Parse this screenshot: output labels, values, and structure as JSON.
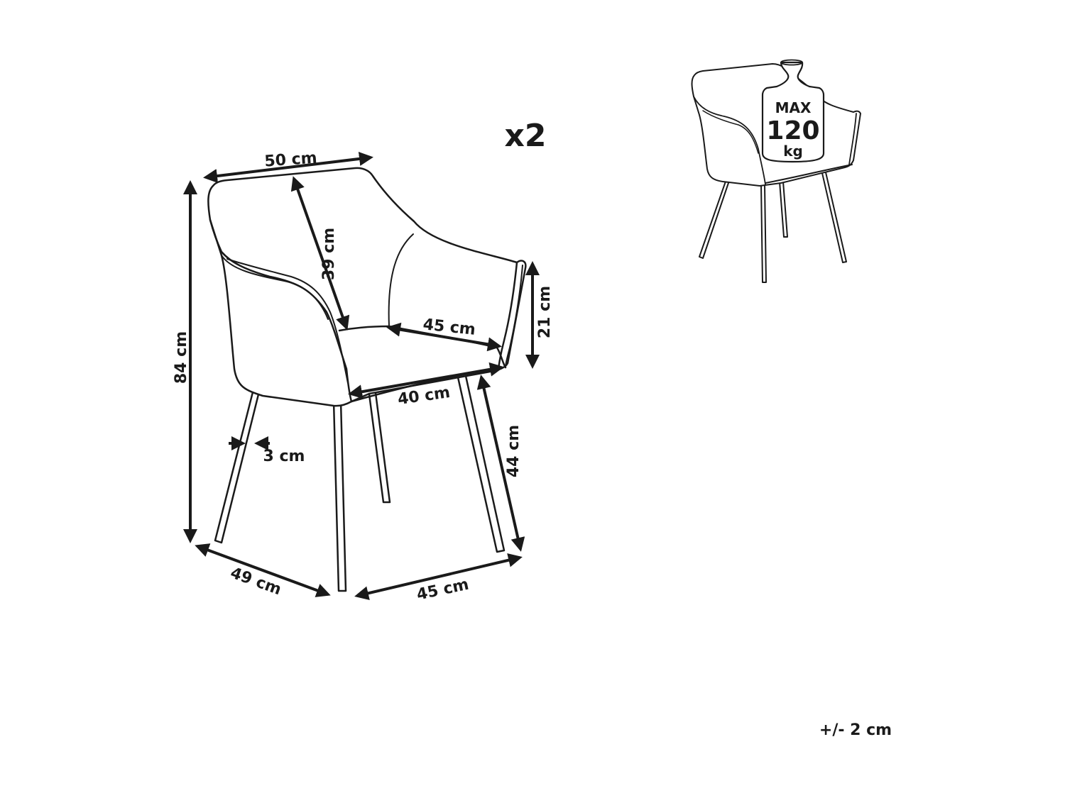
{
  "quantity": "x2",
  "tolerance": "+/- 2 cm",
  "max_load": {
    "line1": "MAX",
    "line2": "120",
    "line3": "kg"
  },
  "dimensions": {
    "seat_width_top": "50 cm",
    "backrest_depth": "39 cm",
    "seat_depth": "45 cm",
    "armrest_height": "21 cm",
    "total_height": "84 cm",
    "seat_front_width": "40 cm",
    "seat_height": "44 cm",
    "leg_thickness": "3 cm",
    "depth_bottom": "49 cm",
    "width_bottom": "45 cm"
  }
}
